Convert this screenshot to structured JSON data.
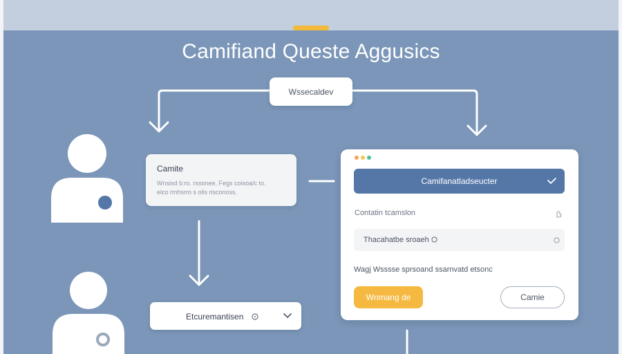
{
  "title": "Camifiand Queste Aggusics",
  "top_node": {
    "label": "Wssecaldev"
  },
  "text_card": {
    "title": "Camite",
    "body_line1": "Wnsisd b:ro.  rssonee, Fegs coisoa/c  to.",
    "body_line2": "elco rmhsrro s olis risconoss."
  },
  "bottom_select": {
    "label": "Etcuremantisen"
  },
  "panel": {
    "primary_select": {
      "label": "Camifanatladseucter"
    },
    "field_label": "Contatin tcamslon",
    "field_input": {
      "value": "Thacahatbe sroaeh"
    },
    "helper_text": "Wagj Wsssse sprsoand ssarnvatd etsonc",
    "primary_button": {
      "label": "Wnmang de"
    },
    "secondary_button": {
      "label": "Camie"
    }
  },
  "icons": {
    "primary_select_chevron": "check-icon",
    "field_label_info": "hand-icon",
    "field_input_info": "info-icon",
    "bottom_select_info": "info-icon",
    "bottom_select_chevron": "chevron-down-icon",
    "people": "person-icon"
  },
  "colors": {
    "background": "#7b96b8",
    "accent": "#f2b93b",
    "primary": "#5577a8",
    "button_yellow": "#f5b942",
    "window_dots": [
      "#f2a65a",
      "#f2c94c",
      "#4fbf9f"
    ]
  }
}
